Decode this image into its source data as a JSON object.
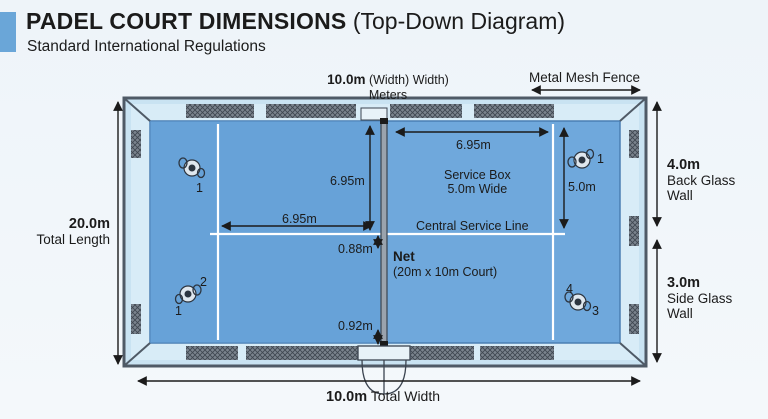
{
  "title": {
    "bold": "PADEL COURT DIMENSIONS",
    "light": "(Top-Down Diagram)"
  },
  "subtitle": "Standard International Regulations",
  "labels": {
    "top_width_value": "10.0m",
    "top_width_text": "(Width) Width)",
    "top_width_unit": "Meters",
    "fence": "Metal Mesh Fence",
    "service_depth_right": "6.95m",
    "service_depth_left_vertical": "6.95m",
    "service_box_title": "Service Box",
    "service_box_width": "5.0m Wide",
    "service_box_dim": "5.0m",
    "service_depth_left": "6.95m",
    "central_service_line": "Central Service Line",
    "gap_top": "0.88m",
    "net_title": "Net",
    "net_sub": "(20m x 10m Court)",
    "gap_bottom": "0.92m",
    "total_length_value": "20.0m",
    "total_length_text": "Total Length",
    "back_wall_value": "4.0m",
    "back_wall_line1": "Back Glass",
    "back_wall_line2": "Wall",
    "side_wall_value": "3.0m",
    "side_wall_line1": "Side Glass",
    "side_wall_line2": "Wall",
    "total_width_value": "10.0m",
    "total_width_text": "Total Width"
  },
  "players": [
    {
      "id": "p1",
      "number": "1"
    },
    {
      "id": "p2",
      "number": "2",
      "number2": "1"
    },
    {
      "id": "p3",
      "number": "1"
    },
    {
      "id": "p4",
      "number": "4",
      "number2": "3"
    }
  ],
  "colors": {
    "court_blue": "#6fa8dc",
    "court_blue_dark": "#5b97cf",
    "glass": "#c9e3f2",
    "frame": "#4f5a66",
    "mesh": "#5c6570",
    "line_white": "#ffffff",
    "ink": "#1b1b1b"
  }
}
